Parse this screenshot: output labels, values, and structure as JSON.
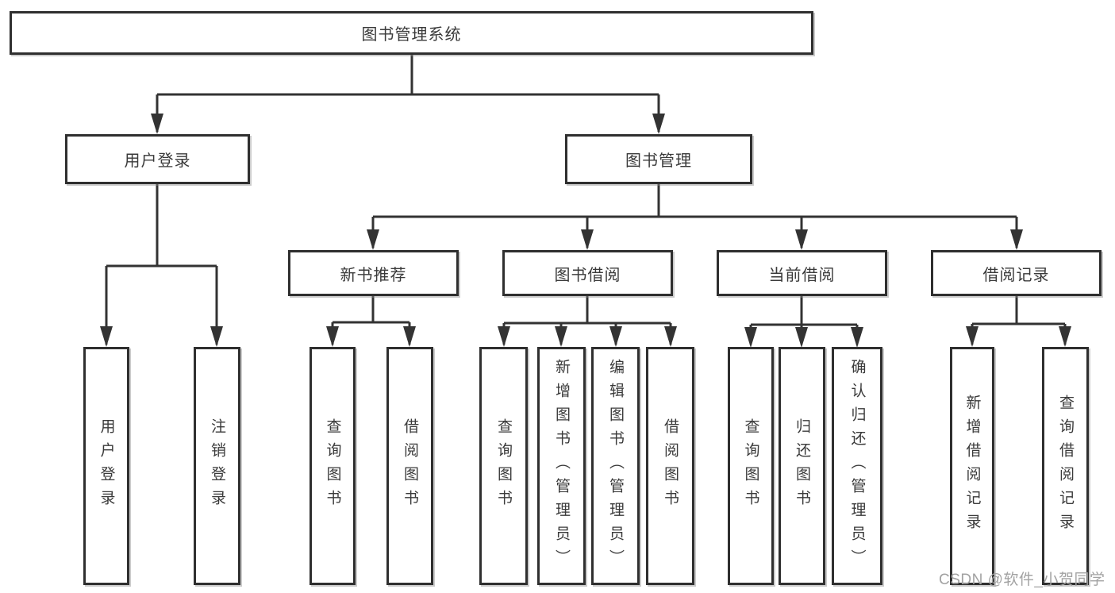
{
  "diagram": {
    "root": {
      "label": "图书管理系统"
    },
    "branches": [
      {
        "label": "用户登录",
        "children": [
          "用户登录",
          "注销登录"
        ]
      },
      {
        "label": "图书管理",
        "modules": [
          {
            "label": "新书推荐",
            "children": [
              "查询图书",
              "借阅图书"
            ]
          },
          {
            "label": "图书借阅",
            "children": [
              "查询图书",
              "新增图书（管理员）",
              "编辑图书（管理员）",
              "借阅图书"
            ]
          },
          {
            "label": "当前借阅",
            "children": [
              "查询图书",
              "归还图书",
              "确认归还（管理员）"
            ]
          },
          {
            "label": "借阅记录",
            "children": [
              "新增借阅记录",
              "查询借阅记录"
            ]
          }
        ]
      }
    ],
    "watermark": "CSDN @软件_小贺同学",
    "colors": {
      "line": "#333333",
      "box_border": "#2f2f2f",
      "text": "#3a3a3a",
      "watermark": "#a2a2a2",
      "background": "#ffffff"
    }
  }
}
